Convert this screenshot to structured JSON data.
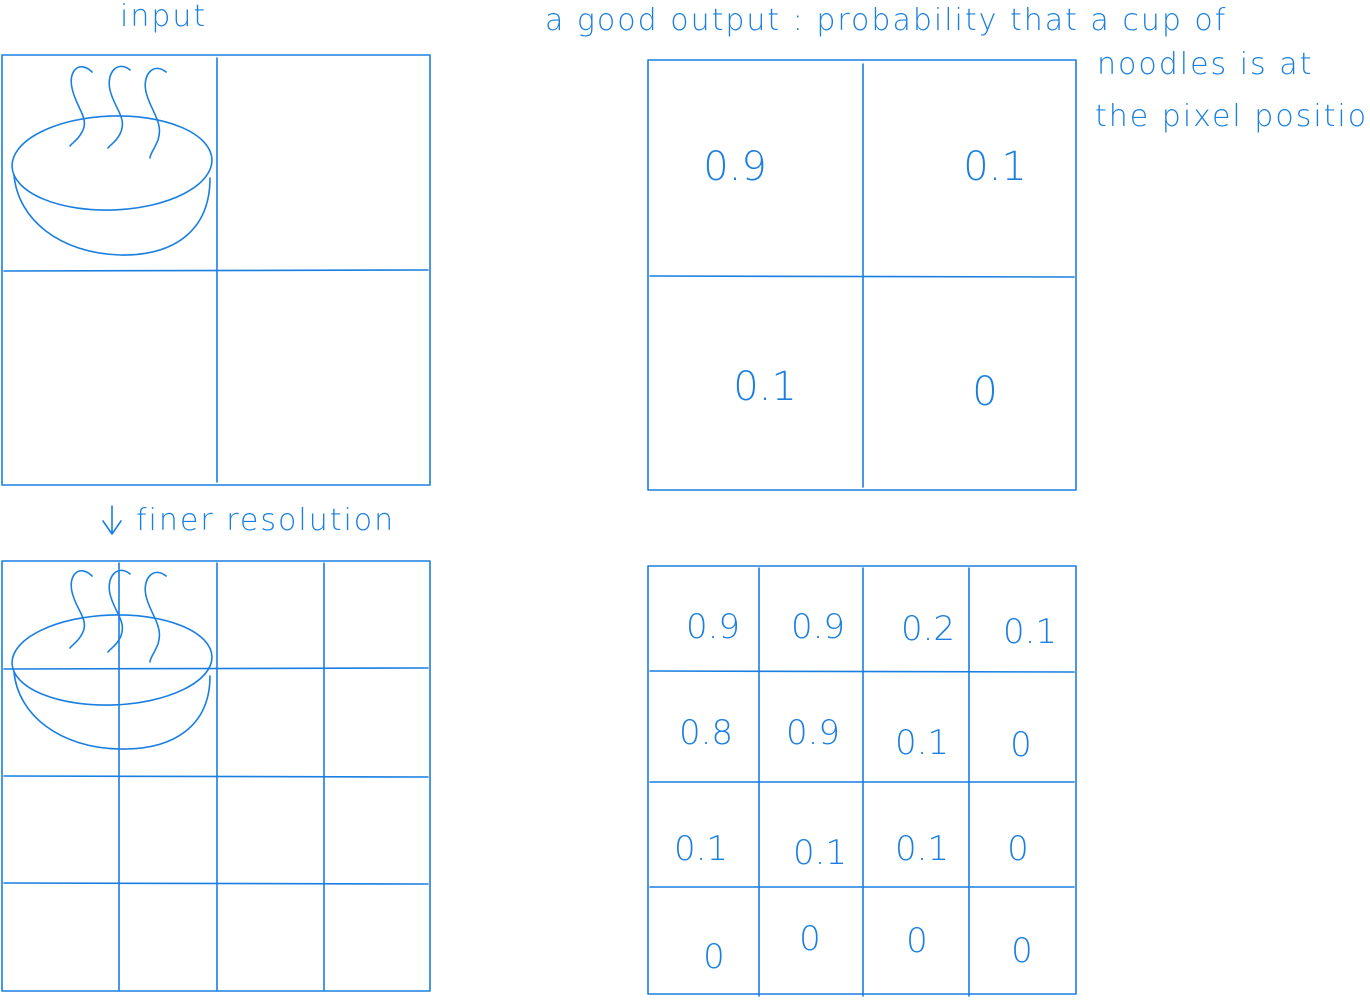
{
  "labels": {
    "input": "input",
    "output_line1": "a good output : probability that a cup of",
    "output_line2": "noodles is at",
    "output_line3": "the pixel position",
    "finer": "finer resolution"
  },
  "coarse_output": [
    [
      "0.9",
      "0.1"
    ],
    [
      "0.1",
      "0"
    ]
  ],
  "fine_output": [
    [
      "0.9",
      "0.9",
      "0.2",
      "0.1"
    ],
    [
      "0.8",
      "0.9",
      "0.1",
      "0"
    ],
    [
      "0.1",
      "0.1",
      "0.1",
      "0"
    ],
    [
      "0",
      "0",
      "0",
      "0"
    ]
  ],
  "colors": {
    "ink": "#1a7fe0"
  }
}
